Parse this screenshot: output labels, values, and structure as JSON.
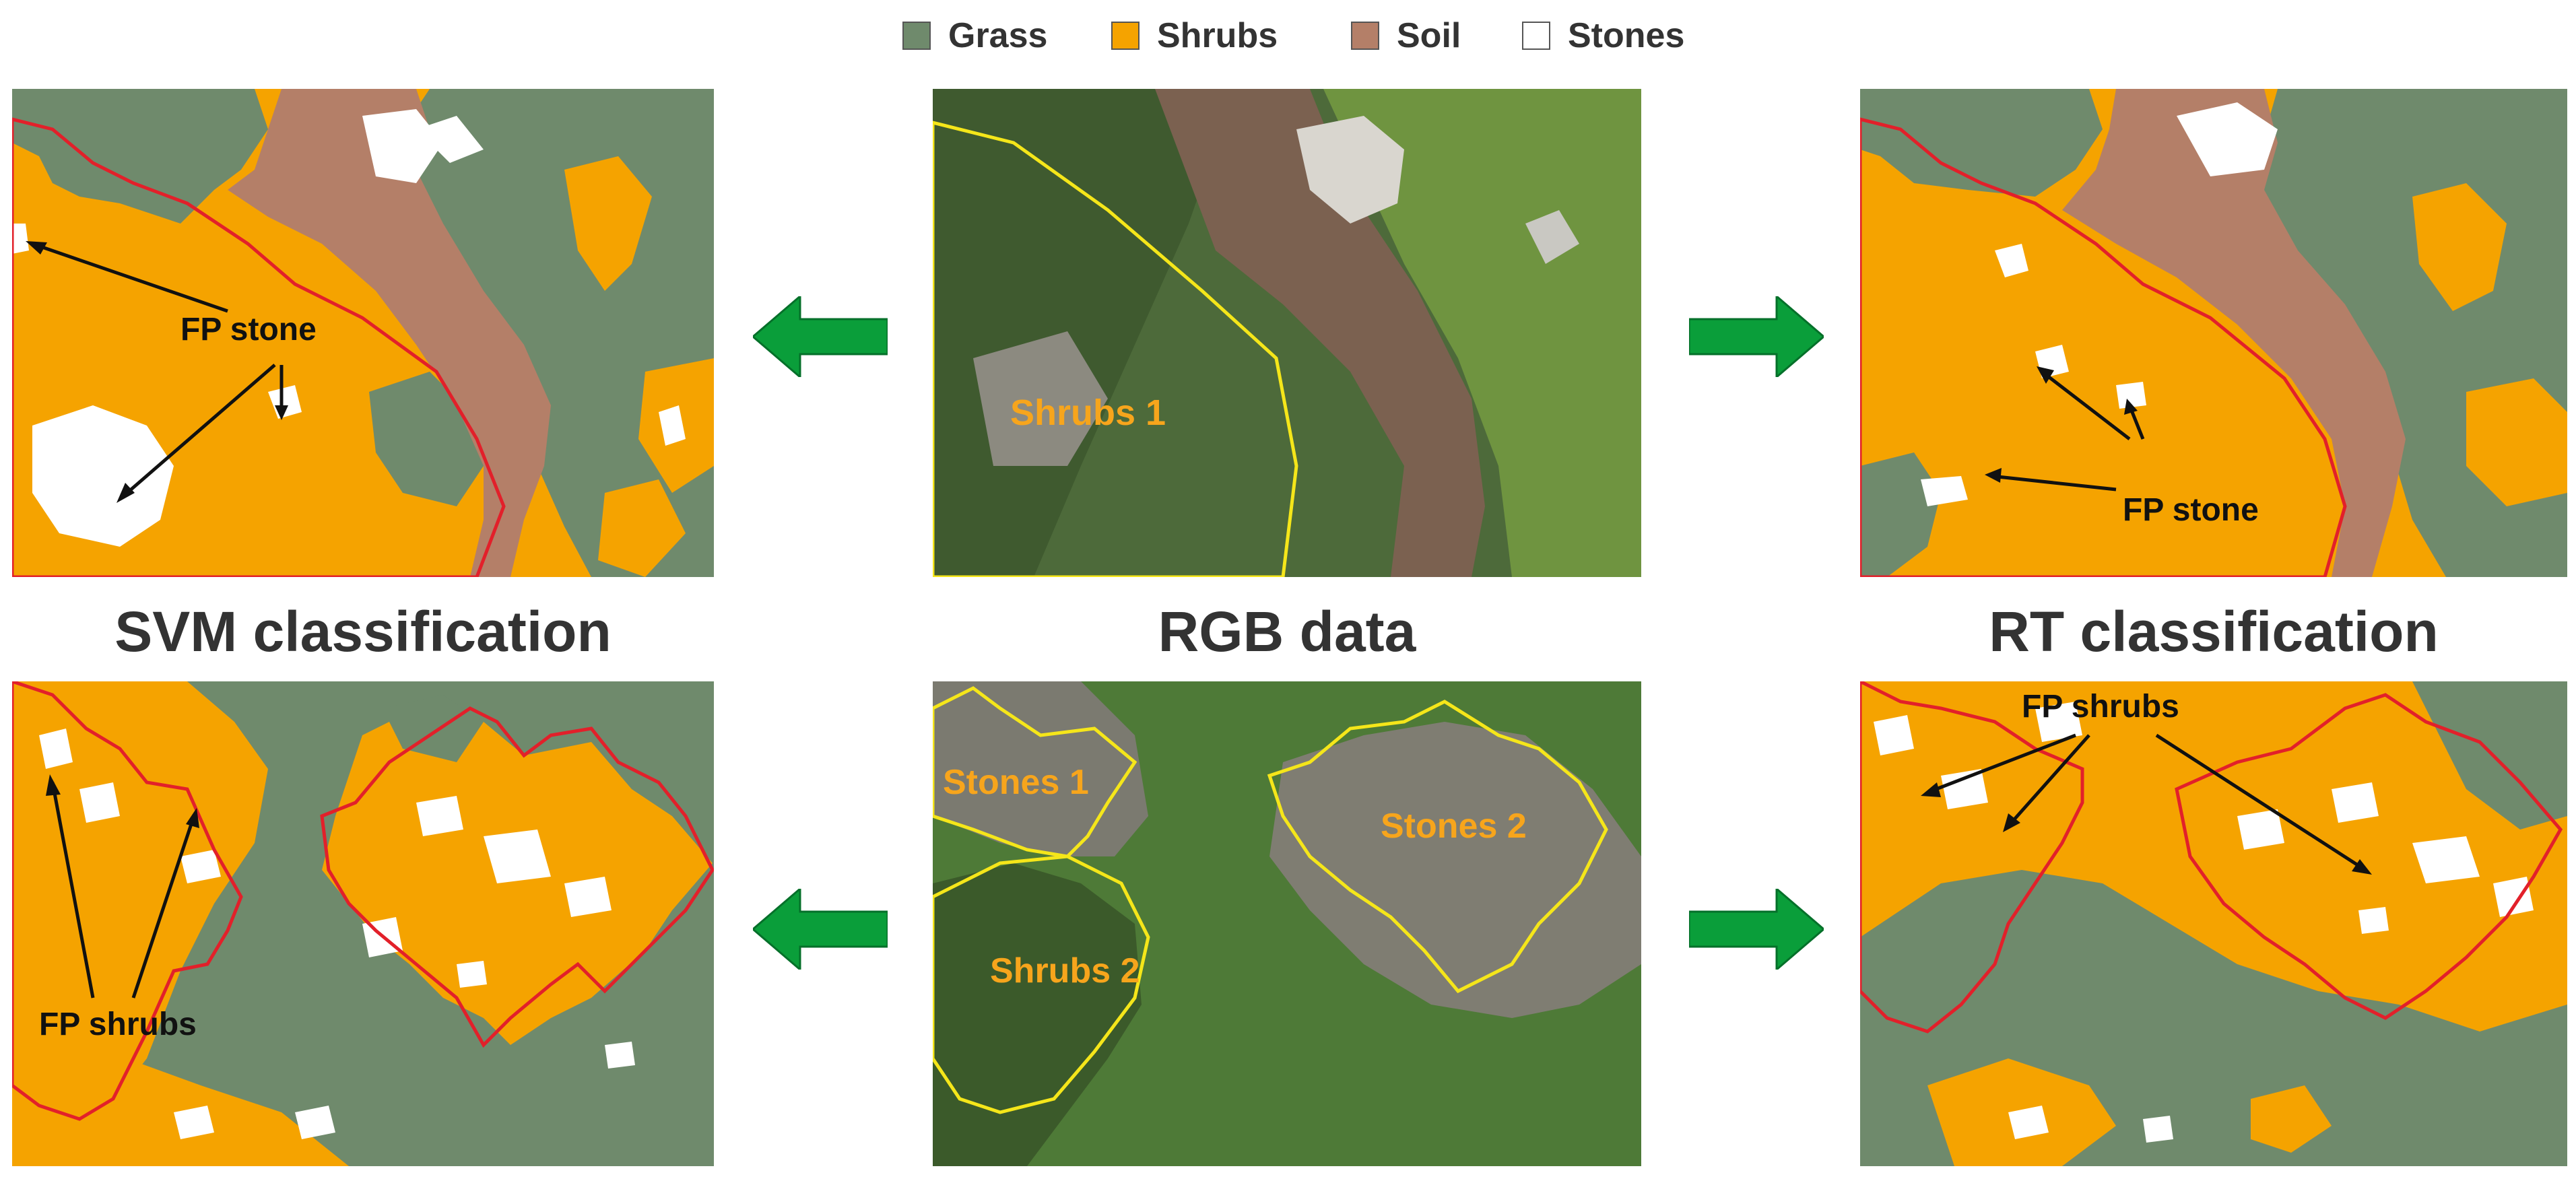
{
  "legend": {
    "items": [
      {
        "label": "Grass",
        "color": "#6f8a6c"
      },
      {
        "label": "Shrubs",
        "color": "#f5a300"
      },
      {
        "label": "Soil",
        "color": "#b47f68"
      },
      {
        "label": "Stones",
        "color": "#ffffff"
      }
    ]
  },
  "titles": {
    "left": "SVM classification",
    "center": "RGB data",
    "right": "RT classification"
  },
  "annotations": {
    "fp_stone": "FP stone",
    "fp_shrubs": "FP shrubs",
    "shrubs1": "Shrubs 1",
    "shrubs2": "Shrubs 2",
    "stones1": "Stones 1",
    "stones2": "Stones 2"
  },
  "colors": {
    "grass": "#6f8a6c",
    "shrubs": "#f5a300",
    "soil": "#b47f68",
    "stones": "#ffffff",
    "arrow_fill": "#0a9e3a",
    "polygon_red": "#e2202a",
    "polygon_yellow": "#f5e61a",
    "label_orange": "#f7a51c"
  },
  "icons": {
    "left_arrow": "green-arrow-left-icon",
    "right_arrow": "green-arrow-right-icon"
  }
}
